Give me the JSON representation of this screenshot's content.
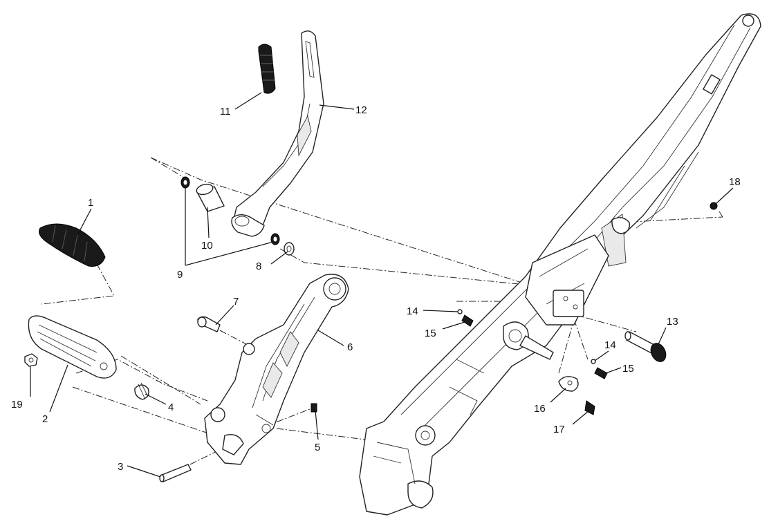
{
  "colors": {
    "line": "#222222",
    "background": "#ffffff",
    "rubber": "#1a1a1a"
  },
  "callouts": {
    "c1": "1",
    "c2": "2",
    "c3": "3",
    "c4": "4",
    "c5": "5",
    "c6": "6",
    "c7": "7",
    "c8": "8",
    "c9": "9",
    "c10": "10",
    "c11": "11",
    "c12": "12",
    "c13": "13",
    "c14a": "14",
    "c14b": "14",
    "c15a": "15",
    "c15b": "15",
    "c16": "16",
    "c17": "17",
    "c18": "18",
    "c19": "19"
  }
}
